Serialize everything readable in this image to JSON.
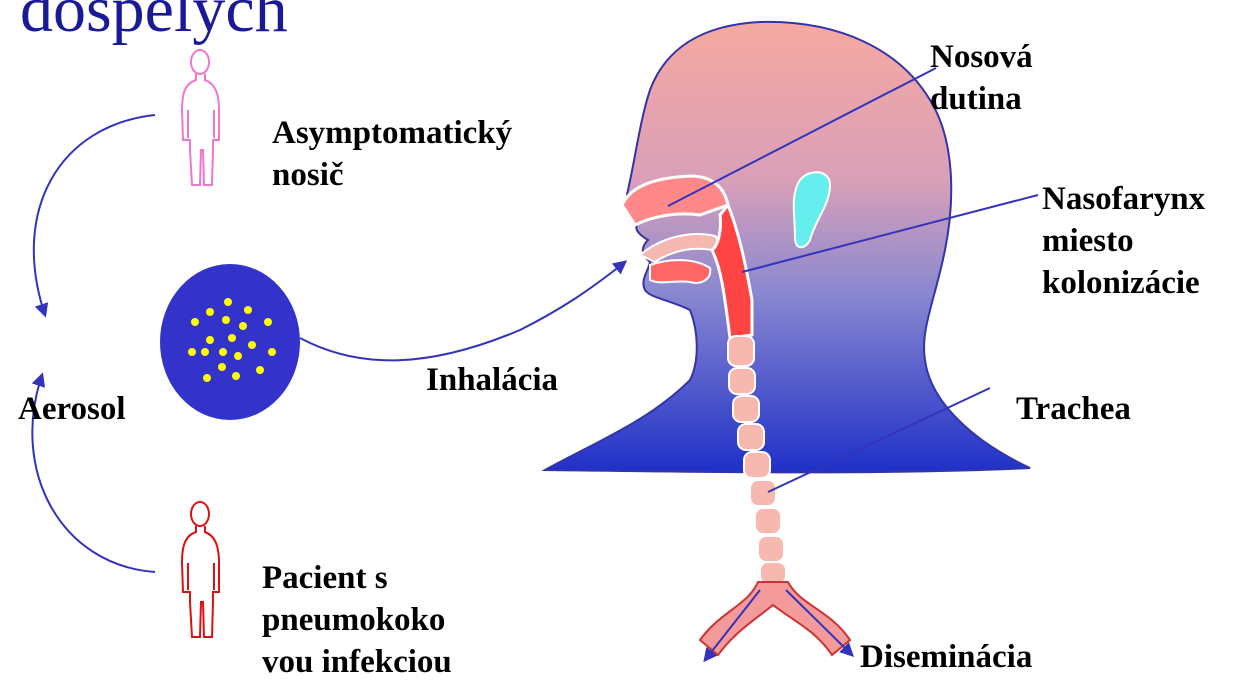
{
  "title": "dospelých",
  "labels": {
    "carrier": [
      "Asymptomatický",
      "nosič"
    ],
    "aerosol": "Aerosol",
    "inhalation": "Inhalácia",
    "patient": [
      "Pacient s",
      "pneumokoko",
      "vou infekciou"
    ],
    "nasal_cavity": [
      "Nosová",
      "dutina"
    ],
    "nasopharynx": [
      "Nasofarynx",
      "miesto",
      "kolonizácie"
    ],
    "trachea": "Trachea",
    "dissemination": "Diseminácia"
  },
  "colors": {
    "title": "#1a1a99",
    "arrow": "#3333bb",
    "carrier_figure": "#ee77cc",
    "patient_figure": "#dd1111",
    "aerosol_disc": "#3333cc",
    "aerosol_dots": "#ffff00",
    "head_top": "#f4a6a0",
    "head_bottom": "#2233cc",
    "airway": "#ff5555",
    "trachea_rings": "#f7b8b0",
    "ear": "#66eeee"
  }
}
